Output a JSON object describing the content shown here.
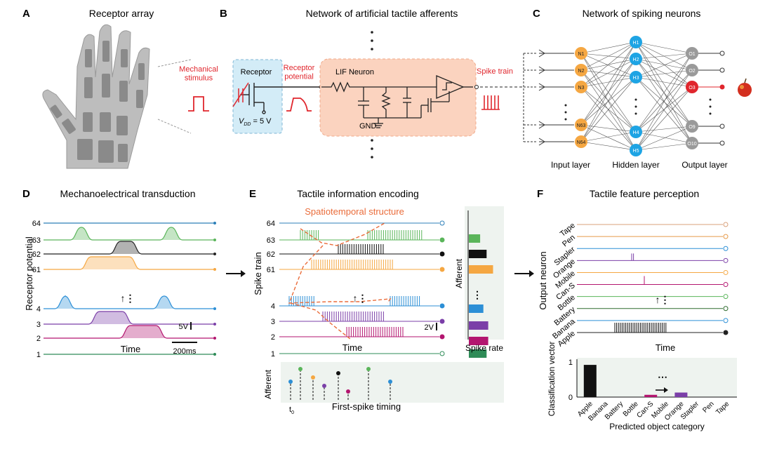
{
  "panel_a": {
    "letter": "A",
    "title": "Receptor array",
    "stimulus_label": "Mechanical\nstimulus"
  },
  "panel_b": {
    "letter": "B",
    "title": "Network of artificial tactile afferents",
    "receptor_label": "Receptor",
    "vdd_label": "V",
    "vdd_sub": "DD",
    "vdd_value": " = 5 V",
    "receptor_potential_label": "Receptor\npotential",
    "lif_label": "LIF Neuron",
    "gnd_label": "GND",
    "spike_train_label": "Spike train"
  },
  "panel_c": {
    "letter": "C",
    "title": "Network of spiking neurons",
    "input_nodes": [
      "N1",
      "N2",
      "N3",
      "N63",
      "N64"
    ],
    "hidden_nodes": [
      "H1",
      "H2",
      "H3",
      "H4",
      "H5"
    ],
    "output_nodes": [
      "O1",
      "O2",
      "O3",
      "O9",
      "O10"
    ],
    "input_layer": "Input layer",
    "hidden_layer": "Hidden layer",
    "output_layer": "Output layer"
  },
  "panel_d": {
    "letter": "D",
    "title": "Mechanoelectrical transduction",
    "ylabel": "Receptor potential",
    "xlabel": "Time",
    "channels": [
      "64",
      "63",
      "62",
      "61",
      "4",
      "3",
      "2",
      "1"
    ],
    "scale_v": "5V",
    "scale_t": "200ms",
    "colors": [
      "#2c7fb8",
      "#5ab55a",
      "#222222",
      "#f5a742",
      "#2c8fd6",
      "#7b3fa8",
      "#b3156f",
      "#2e8b57"
    ]
  },
  "panel_e": {
    "letter": "E",
    "title": "Tactile information encoding",
    "annotation": "Spatiotemporal structure",
    "ylabel": "Spike train",
    "xlabel": "Time",
    "channels": [
      "64",
      "63",
      "62",
      "61",
      "4",
      "3",
      "2",
      "1"
    ],
    "scale_v": "2V",
    "rate_ylabel": "Afferent",
    "rate_xlabel": "Spike rate",
    "fst_ylabel": "Afferent",
    "fst_xlabel": "First-spike timing",
    "t0_label": "t",
    "t0_sub": "0"
  },
  "panel_f": {
    "letter": "F",
    "title": "Tactile feature perception",
    "ylabel": "Output neuron",
    "xlabel": "Time",
    "neurons": [
      "Tape",
      "Pen",
      "Stapler",
      "Orange",
      "Mobile",
      "Can-S",
      "Bottle",
      "Battery",
      "Banana",
      "Apple"
    ],
    "neuron_colors": [
      "#d9a07a",
      "#e59a4a",
      "#2c8fd6",
      "#7b3fa8",
      "#f5a742",
      "#b3156f",
      "#5ab55a",
      "#2e6b2e",
      "#2c8fd6",
      "#222222"
    ]
  },
  "chart_data": {
    "type": "bar",
    "title": "",
    "ylabel": "Classification vector",
    "xlabel": "Predicted object category",
    "categories": [
      "Apple",
      "Banana",
      "Battery",
      "Bottle",
      "Can-S",
      "Mobile",
      "Orange",
      "Stapler",
      "Pen",
      "Tape"
    ],
    "values": [
      0.85,
      0,
      0,
      0,
      0.06,
      0,
      0.12,
      0,
      0,
      0
    ],
    "colors": [
      "#111111",
      "#2c8fd6",
      "#2e6b2e",
      "#5ab55a",
      "#b3156f",
      "#f5a742",
      "#7b3fa8",
      "#2c8fd6",
      "#e59a4a",
      "#d9a07a"
    ],
    "ylim": [
      0,
      1
    ],
    "yticks": [
      "0",
      "1"
    ]
  }
}
